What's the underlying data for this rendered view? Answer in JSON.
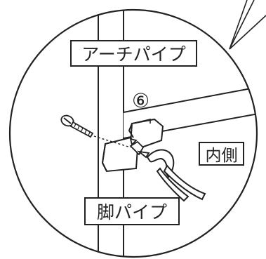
{
  "labels": {
    "arch_pipe": "アーチパイプ",
    "inner_side": "内側",
    "leg_pipe": "脚パイプ"
  },
  "step_number": "⑥",
  "icons": [
    "screw-icon",
    "pliers-icon",
    "bracket-icon",
    "wing-nut-icon"
  ],
  "colors": {
    "line": "#222222",
    "background": "#ffffff"
  }
}
